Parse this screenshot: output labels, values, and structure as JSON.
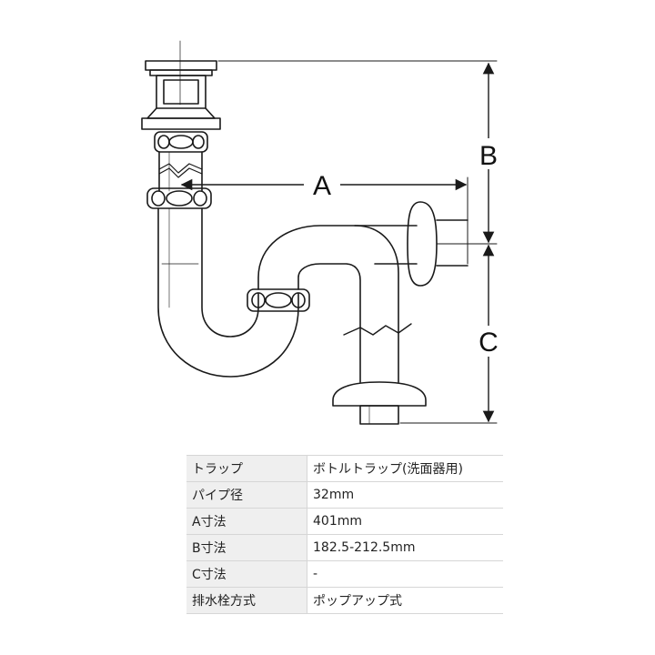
{
  "diagram": {
    "labels": {
      "a": "A",
      "b": "B",
      "c": "C"
    }
  },
  "colors": {
    "line": "#1a1a1a",
    "table_key_bg": "#efefef",
    "table_border": "#d6d6d6"
  },
  "spec_table": {
    "rows": [
      {
        "key": "トラップ",
        "value": "ボトルトラップ(洗面器用)"
      },
      {
        "key": "パイプ径",
        "value": "32mm"
      },
      {
        "key": "A寸法",
        "value": "401mm"
      },
      {
        "key": "B寸法",
        "value": "182.5-212.5mm"
      },
      {
        "key": "C寸法",
        "value": "-"
      },
      {
        "key": "排水栓方式",
        "value": "ポップアップ式"
      }
    ]
  }
}
